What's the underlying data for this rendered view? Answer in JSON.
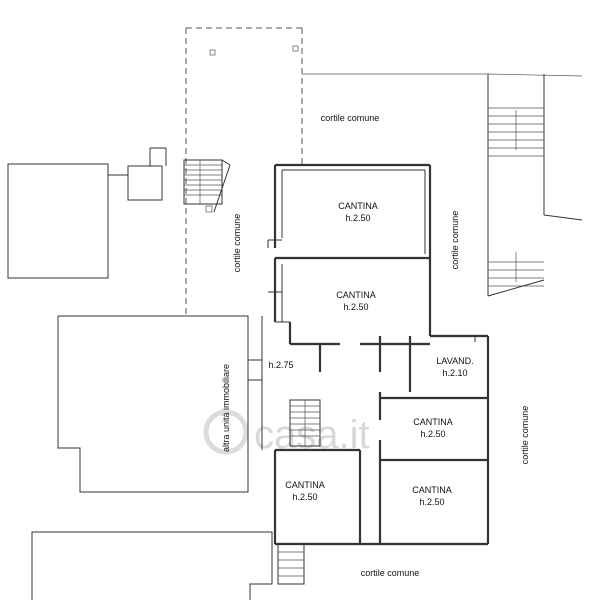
{
  "plan": {
    "rooms": [
      {
        "name": "CANTINA",
        "height": "h.2.50"
      },
      {
        "name": "CANTINA",
        "height": "h.2.50"
      },
      {
        "name": "LAVAND.",
        "height": "h.2.10"
      },
      {
        "name": "CANTINA",
        "height": "h.2.50"
      },
      {
        "name": "CANTINA",
        "height": "h.2.50"
      },
      {
        "name": "CANTINA",
        "height": "h.2.50"
      }
    ],
    "hall_height": "h.2.75",
    "labels": {
      "courtyard_top": "cortile comune",
      "courtyard_left": "cortile comune",
      "courtyard_mid": "cortile comune",
      "courtyard_right": "cortile comune",
      "courtyard_bottom": "cortile comune",
      "other_unit": "altra unità immobiliare"
    },
    "watermark": "casa.it"
  }
}
